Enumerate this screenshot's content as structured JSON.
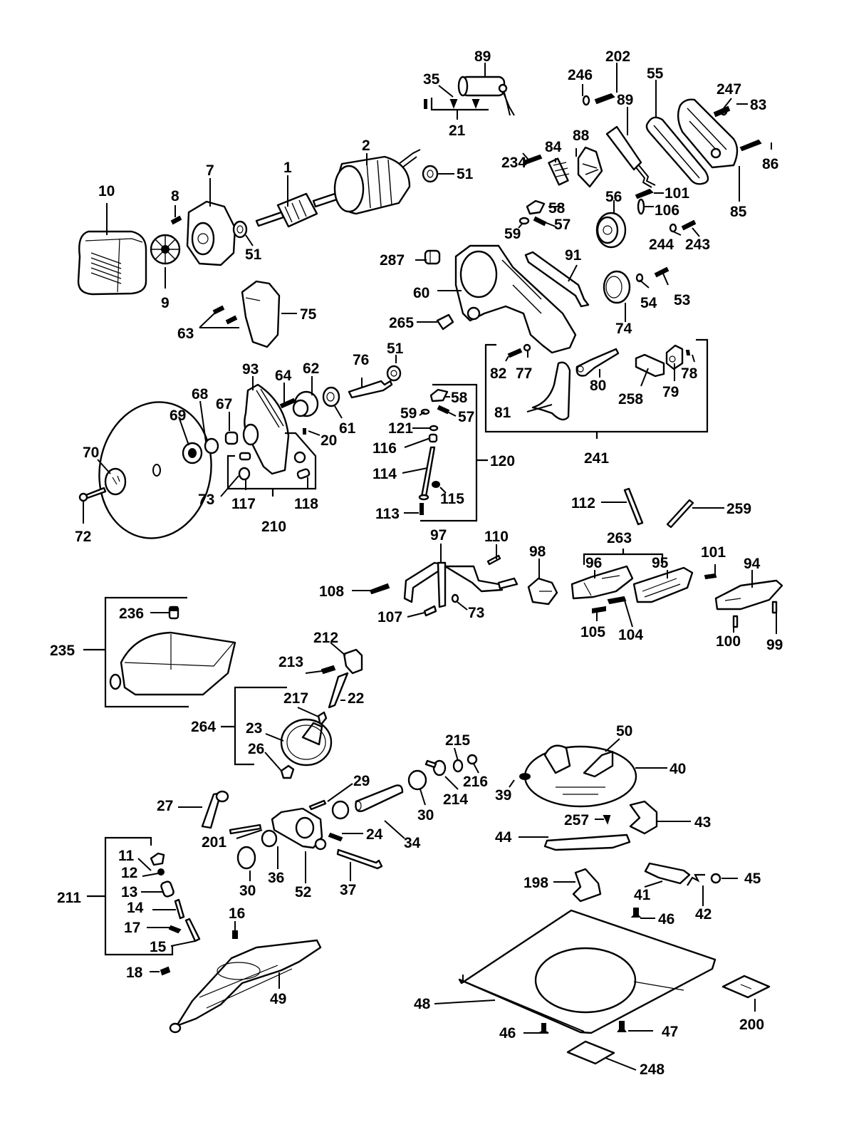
{
  "diagram": {
    "title": "",
    "type": "exploded-parts-diagram",
    "callouts": [
      {
        "id": "p89a",
        "label": "89"
      },
      {
        "id": "p35",
        "label": "35"
      },
      {
        "id": "p21",
        "label": "21"
      },
      {
        "id": "p246",
        "label": "246"
      },
      {
        "id": "p202",
        "label": "202"
      },
      {
        "id": "p55",
        "label": "55"
      },
      {
        "id": "p89b",
        "label": "89"
      },
      {
        "id": "p247",
        "label": "247"
      },
      {
        "id": "p83",
        "label": "83"
      },
      {
        "id": "p86",
        "label": "86"
      },
      {
        "id": "p85",
        "label": "85"
      },
      {
        "id": "p2",
        "label": "2"
      },
      {
        "id": "p51a",
        "label": "51"
      },
      {
        "id": "p234",
        "label": "234"
      },
      {
        "id": "p84",
        "label": "84"
      },
      {
        "id": "p88",
        "label": "88"
      },
      {
        "id": "p101a",
        "label": "101"
      },
      {
        "id": "p106",
        "label": "106"
      },
      {
        "id": "p10",
        "label": "10"
      },
      {
        "id": "p8",
        "label": "8"
      },
      {
        "id": "p7",
        "label": "7"
      },
      {
        "id": "p1",
        "label": "1"
      },
      {
        "id": "p51b",
        "label": "51"
      },
      {
        "id": "p9",
        "label": "9"
      },
      {
        "id": "p58a",
        "label": "58"
      },
      {
        "id": "p57a",
        "label": "57"
      },
      {
        "id": "p59a",
        "label": "59"
      },
      {
        "id": "p56",
        "label": "56"
      },
      {
        "id": "p244",
        "label": "244"
      },
      {
        "id": "p243",
        "label": "243"
      },
      {
        "id": "p287",
        "label": "287"
      },
      {
        "id": "p91",
        "label": "91"
      },
      {
        "id": "p60",
        "label": "60"
      },
      {
        "id": "p53",
        "label": "53"
      },
      {
        "id": "p54",
        "label": "54"
      },
      {
        "id": "p74",
        "label": "74"
      },
      {
        "id": "p63",
        "label": "63"
      },
      {
        "id": "p75",
        "label": "75"
      },
      {
        "id": "p265",
        "label": "265"
      },
      {
        "id": "p51c",
        "label": "51"
      },
      {
        "id": "p82",
        "label": "82"
      },
      {
        "id": "p77",
        "label": "77"
      },
      {
        "id": "p80",
        "label": "80"
      },
      {
        "id": "p258",
        "label": "258"
      },
      {
        "id": "p79",
        "label": "79"
      },
      {
        "id": "p78",
        "label": "78"
      },
      {
        "id": "p81",
        "label": "81"
      },
      {
        "id": "p241",
        "label": "241"
      },
      {
        "id": "p93",
        "label": "93"
      },
      {
        "id": "p64",
        "label": "64"
      },
      {
        "id": "p62",
        "label": "62"
      },
      {
        "id": "p76",
        "label": "76"
      },
      {
        "id": "p68",
        "label": "68"
      },
      {
        "id": "p67",
        "label": "67"
      },
      {
        "id": "p69",
        "label": "69"
      },
      {
        "id": "p61",
        "label": "61"
      },
      {
        "id": "p20",
        "label": "20"
      },
      {
        "id": "p70",
        "label": "70"
      },
      {
        "id": "p73a",
        "label": "73"
      },
      {
        "id": "p117",
        "label": "117"
      },
      {
        "id": "p118",
        "label": "118"
      },
      {
        "id": "p210",
        "label": "210"
      },
      {
        "id": "p72",
        "label": "72"
      },
      {
        "id": "p58b",
        "label": "58"
      },
      {
        "id": "p59b",
        "label": "59"
      },
      {
        "id": "p57b",
        "label": "57"
      },
      {
        "id": "p121",
        "label": "121"
      },
      {
        "id": "p116",
        "label": "116"
      },
      {
        "id": "p114",
        "label": "114"
      },
      {
        "id": "p120",
        "label": "120"
      },
      {
        "id": "p115",
        "label": "115"
      },
      {
        "id": "p113",
        "label": "113"
      },
      {
        "id": "p112",
        "label": "112"
      },
      {
        "id": "p259",
        "label": "259"
      },
      {
        "id": "p97",
        "label": "97"
      },
      {
        "id": "p110",
        "label": "110"
      },
      {
        "id": "p98",
        "label": "98"
      },
      {
        "id": "p263",
        "label": "263"
      },
      {
        "id": "p96",
        "label": "96"
      },
      {
        "id": "p95",
        "label": "95"
      },
      {
        "id": "p101b",
        "label": "101"
      },
      {
        "id": "p94",
        "label": "94"
      },
      {
        "id": "p108",
        "label": "108"
      },
      {
        "id": "p107",
        "label": "107"
      },
      {
        "id": "p73b",
        "label": "73"
      },
      {
        "id": "p105",
        "label": "105"
      },
      {
        "id": "p104",
        "label": "104"
      },
      {
        "id": "p100",
        "label": "100"
      },
      {
        "id": "p99",
        "label": "99"
      },
      {
        "id": "p236",
        "label": "236"
      },
      {
        "id": "p235",
        "label": "235"
      },
      {
        "id": "p212",
        "label": "212"
      },
      {
        "id": "p213",
        "label": "213"
      },
      {
        "id": "p217",
        "label": "217"
      },
      {
        "id": "p22",
        "label": "22"
      },
      {
        "id": "p264",
        "label": "264"
      },
      {
        "id": "p23",
        "label": "23"
      },
      {
        "id": "p26",
        "label": "26"
      },
      {
        "id": "p50",
        "label": "50"
      },
      {
        "id": "p40",
        "label": "40"
      },
      {
        "id": "p215",
        "label": "215"
      },
      {
        "id": "p216",
        "label": "216"
      },
      {
        "id": "p39",
        "label": "39"
      },
      {
        "id": "p214",
        "label": "214"
      },
      {
        "id": "p29",
        "label": "29"
      },
      {
        "id": "p30a",
        "label": "30"
      },
      {
        "id": "p27",
        "label": "27"
      },
      {
        "id": "p257",
        "label": "257"
      },
      {
        "id": "p43",
        "label": "43"
      },
      {
        "id": "p44",
        "label": "44"
      },
      {
        "id": "p34",
        "label": "34"
      },
      {
        "id": "p24",
        "label": "24"
      },
      {
        "id": "p201",
        "label": "201"
      },
      {
        "id": "p37",
        "label": "37"
      },
      {
        "id": "p30b",
        "label": "30"
      },
      {
        "id": "p36",
        "label": "36"
      },
      {
        "id": "p52",
        "label": "52"
      },
      {
        "id": "p11",
        "label": "11"
      },
      {
        "id": "p12",
        "label": "12"
      },
      {
        "id": "p13",
        "label": "13"
      },
      {
        "id": "p211",
        "label": "211"
      },
      {
        "id": "p14",
        "label": "14"
      },
      {
        "id": "p17",
        "label": "17"
      },
      {
        "id": "p15",
        "label": "15"
      },
      {
        "id": "p16",
        "label": "16"
      },
      {
        "id": "p18",
        "label": "18"
      },
      {
        "id": "p49",
        "label": "49"
      },
      {
        "id": "p198",
        "label": "198"
      },
      {
        "id": "p41",
        "label": "41"
      },
      {
        "id": "p42",
        "label": "42"
      },
      {
        "id": "p45",
        "label": "45"
      },
      {
        "id": "p46a",
        "label": "46"
      },
      {
        "id": "p48",
        "label": "48"
      },
      {
        "id": "p46b",
        "label": "46"
      },
      {
        "id": "p47",
        "label": "47"
      },
      {
        "id": "p200",
        "label": "200"
      },
      {
        "id": "p248",
        "label": "248"
      }
    ],
    "assemblies": [
      {
        "label": "241",
        "members": [
          "82",
          "77",
          "80",
          "258",
          "79",
          "78",
          "81"
        ]
      },
      {
        "label": "210",
        "members": [
          "73",
          "117",
          "118"
        ]
      },
      {
        "label": "120",
        "members": [
          "58",
          "59",
          "57",
          "121",
          "116",
          "114",
          "115",
          "113"
        ]
      },
      {
        "label": "263",
        "members": [
          "96",
          "95"
        ]
      },
      {
        "label": "235",
        "members": [
          "236"
        ]
      },
      {
        "label": "264",
        "members": [
          "217",
          "23",
          "26"
        ]
      },
      {
        "label": "211",
        "members": [
          "11",
          "12",
          "13",
          "14",
          "17",
          "15"
        ]
      }
    ]
  }
}
